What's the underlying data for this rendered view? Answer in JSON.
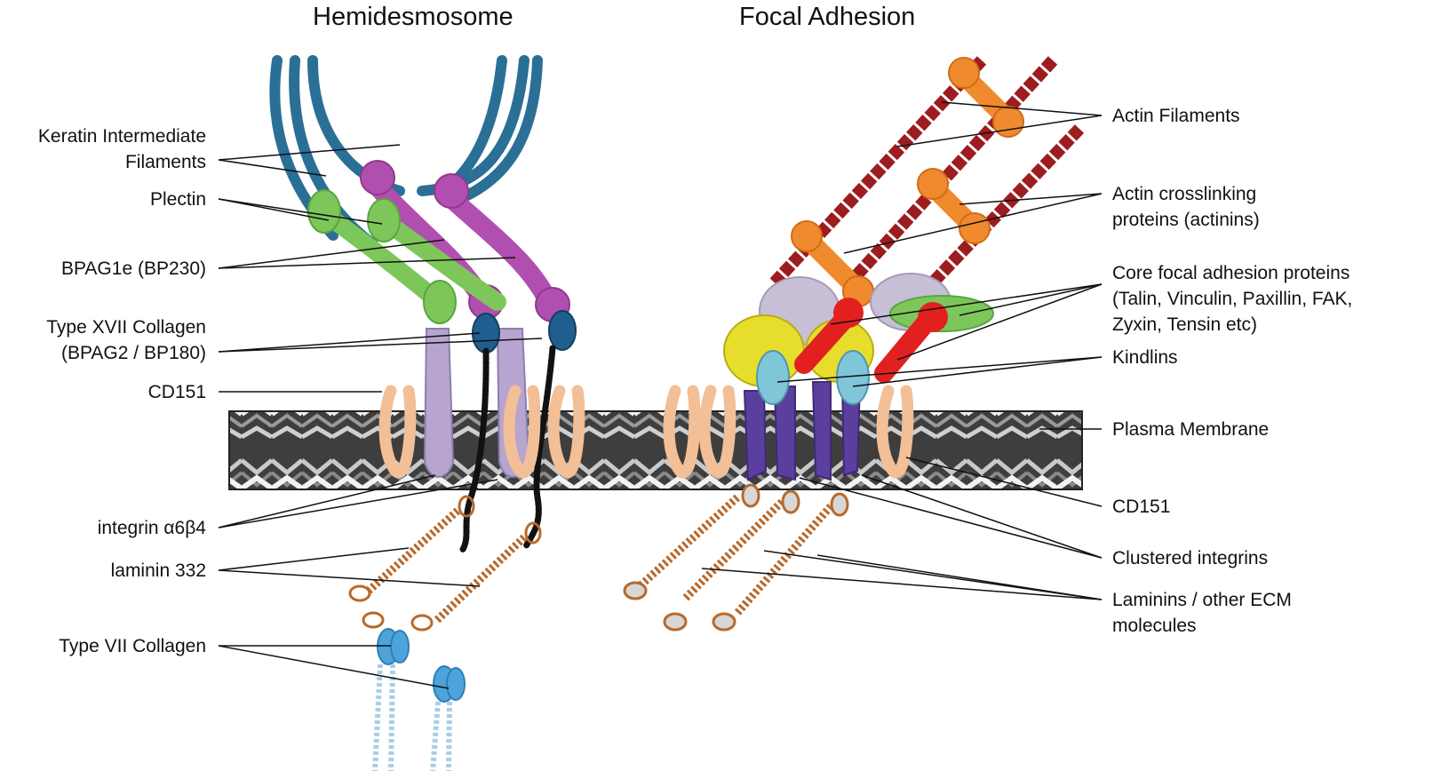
{
  "titles": {
    "left": "Hemidesmosome",
    "right": "Focal Adhesion"
  },
  "left_labels": {
    "keratin": [
      "Keratin Intermediate",
      "Filaments"
    ],
    "plectin": "Plectin",
    "bpag1e": "BPAG1e (BP230)",
    "collagen17": [
      "Type XVII Collagen",
      "(BPAG2 / BP180)"
    ],
    "cd151": "CD151",
    "integrin": "integrin α6β4",
    "laminin": "laminin 332",
    "collagen7": "Type VII Collagen"
  },
  "right_labels": {
    "actin": "Actin Filaments",
    "crosslinking": [
      "Actin crosslinking",
      "proteins (actinins)"
    ],
    "core": [
      "Core focal adhesion proteins",
      "(Talin, Vinculin, Paxillin, FAK,",
      "Zyxin, Tensin etc)"
    ],
    "kindlins": "Kindlins",
    "membrane": "Plasma Membrane",
    "cd151": "CD151",
    "integrins": "Clustered integrins",
    "ecm": [
      "Laminins / other ECM",
      "molecules"
    ]
  },
  "colors": {
    "keratin": "#2a6f96",
    "plectin": "#7dc75a",
    "bpag1e": "#b14fb0",
    "collagen17": "#1f5f8f",
    "tetraspanin": "#f2bf97",
    "integrin_hd": "#b7a5cf",
    "laminin": "#b8692b",
    "collagen7": "#4da3da",
    "actin": "#9c1c1f",
    "actinin": "#f08a2e",
    "talin": "#c7bfd6",
    "vinculin": "#e6dd2c",
    "red_protein": "#e32020",
    "kindlin": "#7fc6d9",
    "integrin_fa": "#5b3f9e",
    "membrane": "#444444"
  }
}
